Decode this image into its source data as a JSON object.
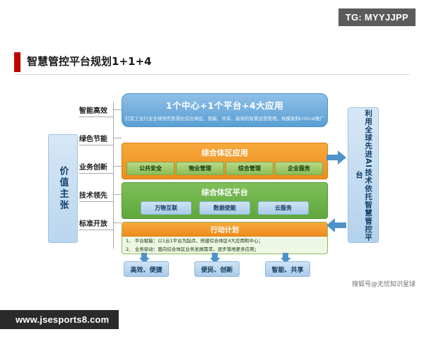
{
  "tag": {
    "label": "TG: MYYJJPP"
  },
  "title": {
    "text": "智慧管控平台规划1+1+4"
  },
  "diagram": {
    "left_column": {
      "label": "价值主张"
    },
    "left_labels": [
      {
        "text": "智能高效"
      },
      {
        "text": "绿色节能"
      },
      {
        "text": "业务创新"
      },
      {
        "text": "技术领先"
      },
      {
        "text": "标准开放"
      }
    ],
    "header_box": {
      "title": "1个中心+1个平台+4大应用",
      "subtitle": "打造工业行业全球领先智慧化综合体区、智能、共享、高效的智慧运营管理，规模复制critical推广"
    },
    "application_layer": {
      "caption": "综合体区应用",
      "chips": [
        {
          "label": "公共安全"
        },
        {
          "label": "物业管理"
        },
        {
          "label": "综合管理"
        },
        {
          "label": "企业服务"
        }
      ]
    },
    "platform_layer": {
      "caption": "综合体区平台",
      "chips": [
        {
          "label": "万物互联"
        },
        {
          "label": "数据使能"
        },
        {
          "label": "云服务"
        }
      ]
    },
    "action_plan": {
      "caption": "行动计划",
      "lines": [
        "1、 平台赋能：以1云1平台为起点，搭建综合体区4大应用和中心；",
        "2、 业务驱动：面向综合体区业务发展需求，逐步落地更多应用；"
      ]
    },
    "right_column": {
      "label": "利用全球先进AI技术依托智慧管控平台"
    },
    "bottom_chips": [
      {
        "label": "高效、便捷"
      },
      {
        "label": "便民、创新"
      },
      {
        "label": "智能、共享"
      }
    ],
    "watermark": "搜狐号@无忧知识星球"
  },
  "footer": {
    "url": "www.jsesports8.com"
  },
  "colors": {
    "accent_red": "#c00000",
    "orange": "#ef8c1e",
    "green": "#5fa83c",
    "blue": "#5a9fd4",
    "tag_gray": "#5b5b5b"
  }
}
